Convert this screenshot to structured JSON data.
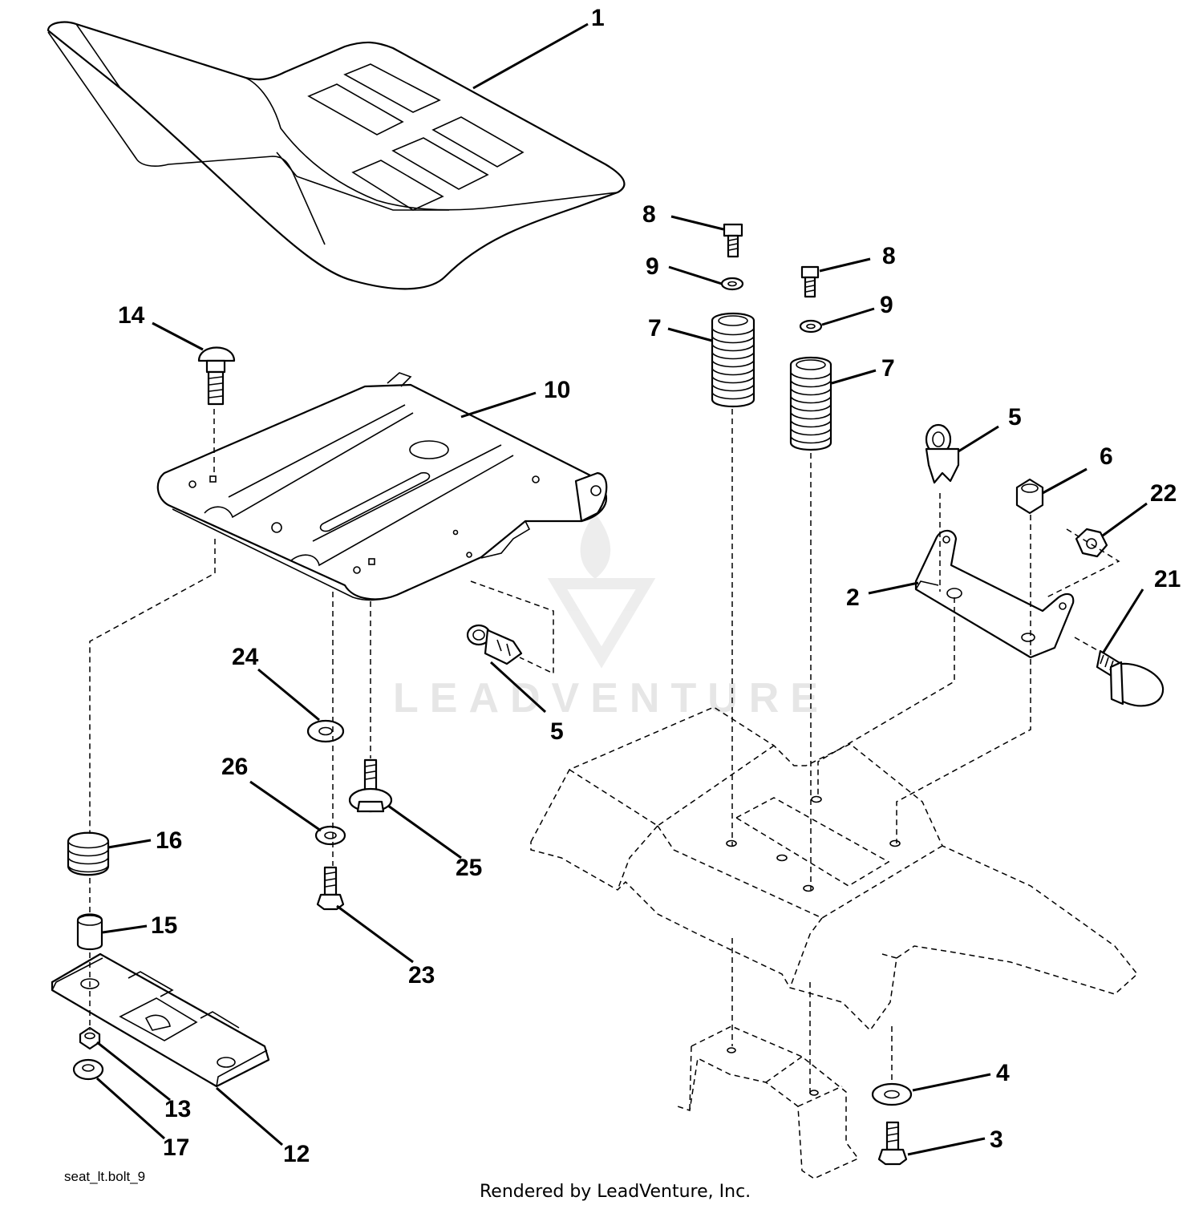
{
  "callouts": [
    {
      "text": "1"
    },
    {
      "text": "14"
    },
    {
      "text": "10"
    },
    {
      "text": "8"
    },
    {
      "text": "9"
    },
    {
      "text": "7"
    },
    {
      "text": "8"
    },
    {
      "text": "9"
    },
    {
      "text": "7"
    },
    {
      "text": "5"
    },
    {
      "text": "6"
    },
    {
      "text": "22"
    },
    {
      "text": "2"
    },
    {
      "text": "21"
    },
    {
      "text": "24"
    },
    {
      "text": "5"
    },
    {
      "text": "26"
    },
    {
      "text": "25"
    },
    {
      "text": "16"
    },
    {
      "text": "15"
    },
    {
      "text": "23"
    },
    {
      "text": "4"
    },
    {
      "text": "3"
    },
    {
      "text": "13"
    },
    {
      "text": "17"
    },
    {
      "text": "12"
    }
  ],
  "watermark": "LEADVENTURE",
  "diagram_code": "seat_lt.bolt_9",
  "footer": "Rendered by LeadVenture, Inc."
}
